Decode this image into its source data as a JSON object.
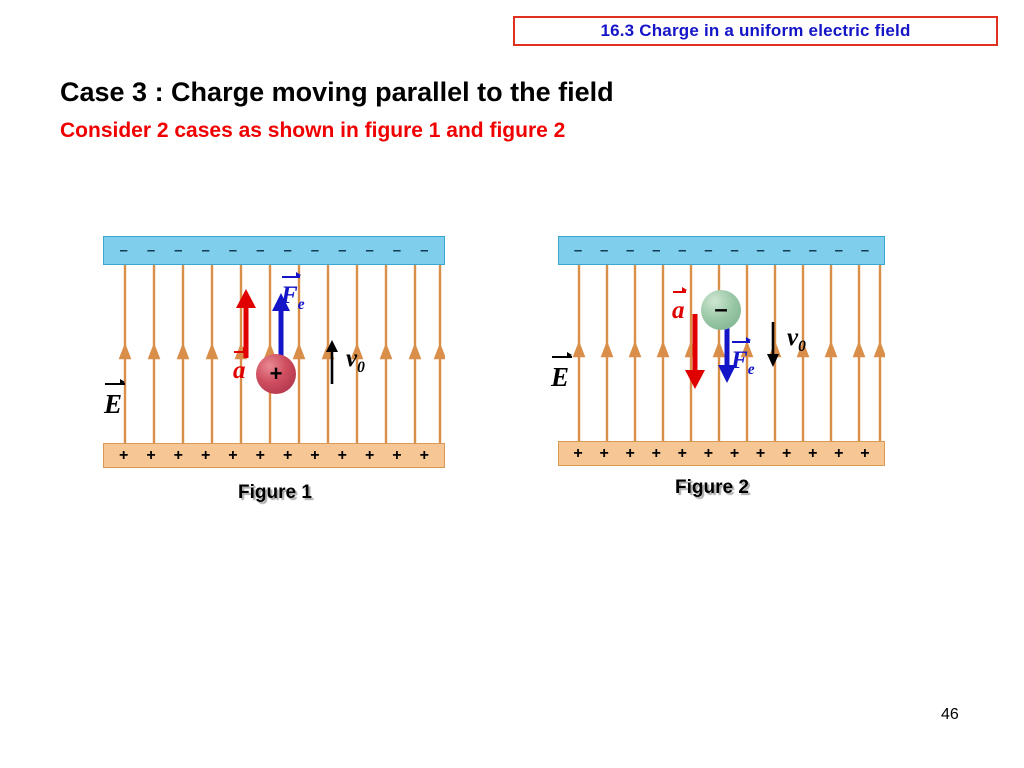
{
  "header": {
    "banner_text": "16.3  Charge in a uniform electric field",
    "banner_text_color": "#1515C8",
    "banner_border_color": "#E03020"
  },
  "slide": {
    "case_title": "Case 3 :  Charge moving parallel to the field",
    "subtitle": "Consider 2 cases as shown in figure 1 and figure 2",
    "subtitle_color": "#F00000",
    "page_number": "46"
  },
  "plates": {
    "top_sign": "–",
    "bottom_sign": "+",
    "sign_count": 12,
    "top_color": "#7FCFEC",
    "bottom_color": "#F6C795",
    "field_line_color": "#D98E4A"
  },
  "figures": [
    {
      "caption": "Figure 1",
      "charge_sign": "+",
      "charge_color": "#CF4F60",
      "field_line_count": 12,
      "labels": {
        "field": "E",
        "acceleration": "a",
        "force": "F",
        "force_subscript": "e",
        "velocity": "v",
        "velocity_subscript": "0"
      },
      "directions": {
        "field": "up",
        "acceleration": "up",
        "force": "up",
        "velocity": "up"
      },
      "colors": {
        "acceleration": "#E00000",
        "force": "#1515C8",
        "velocity": "#000000",
        "field": "#000000"
      }
    },
    {
      "caption": "Figure 2",
      "charge_sign": "–",
      "charge_color": "#9CC9A8",
      "field_line_count": 12,
      "labels": {
        "field": "E",
        "acceleration": "a",
        "force": "F",
        "force_subscript": "e",
        "velocity": "v",
        "velocity_subscript": "0"
      },
      "directions": {
        "field": "up",
        "acceleration": "down",
        "force": "down",
        "velocity": "down"
      },
      "colors": {
        "acceleration": "#E00000",
        "force": "#1515C8",
        "velocity": "#000000",
        "field": "#000000"
      }
    }
  ]
}
